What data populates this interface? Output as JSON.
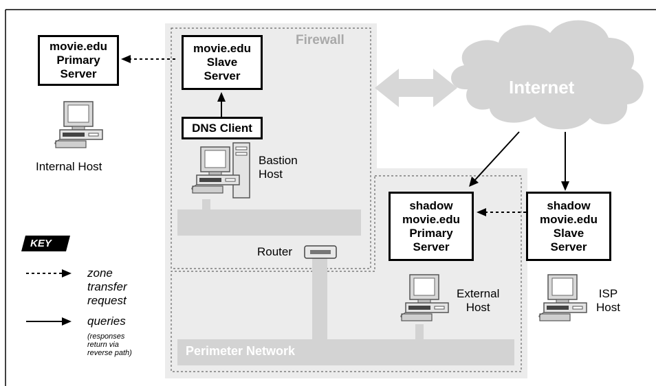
{
  "firewall_label": "Firewall",
  "internet_label": "Internet",
  "perimeter_label": "Perimeter Network",
  "key_label": "KEY",
  "primary_server": [
    "movie.edu",
    "Primary",
    "Server"
  ],
  "slave_server": [
    "movie.edu",
    "Slave",
    "Server"
  ],
  "dns_client": "DNS Client",
  "internal_host": "Internal Host",
  "bastion_host": [
    "Bastion",
    "Host"
  ],
  "router": "Router",
  "shadow_primary": [
    "shadow",
    "movie.edu",
    "Primary",
    "Server"
  ],
  "shadow_slave": [
    "shadow",
    "movie.edu",
    "Slave",
    "Server"
  ],
  "external_host": [
    "External",
    "Host"
  ],
  "isp_host": [
    "ISP",
    "Host"
  ],
  "key_zone": [
    "zone",
    "transfer",
    "request"
  ],
  "key_queries": "queries",
  "key_note": [
    "(responses",
    "return via",
    "reverse path)"
  ]
}
